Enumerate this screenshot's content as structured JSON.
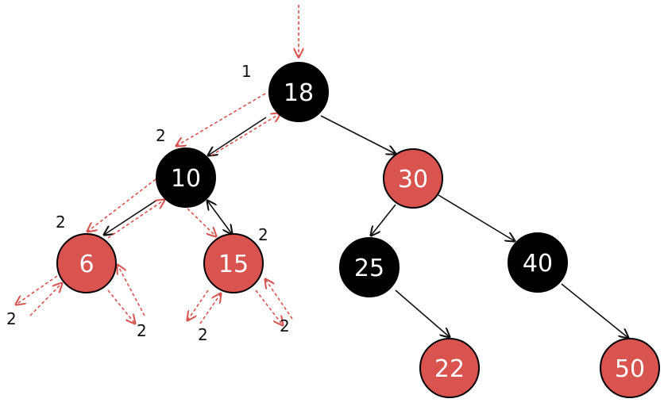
{
  "colors": {
    "red_node": "#d9534f",
    "black_node": "#000000",
    "node_text": "#ffffff",
    "edge": "#111111",
    "trace": "#d9534f"
  },
  "nodes": {
    "n18": {
      "label": "18",
      "color": "black"
    },
    "n10": {
      "label": "10",
      "color": "black"
    },
    "n30": {
      "label": "30",
      "color": "red"
    },
    "n6": {
      "label": "6",
      "color": "red"
    },
    "n15": {
      "label": "15",
      "color": "red"
    },
    "n25": {
      "label": "25",
      "color": "black"
    },
    "n40": {
      "label": "40",
      "color": "black"
    },
    "n22": {
      "label": "22",
      "color": "red"
    },
    "n50": {
      "label": "50",
      "color": "red"
    }
  },
  "annotations": {
    "root": "1",
    "n10": "2",
    "n6": "2",
    "n15": "2",
    "n6_left": "2",
    "n6_right": "2",
    "n15_left": "2",
    "n15_right": "2"
  }
}
